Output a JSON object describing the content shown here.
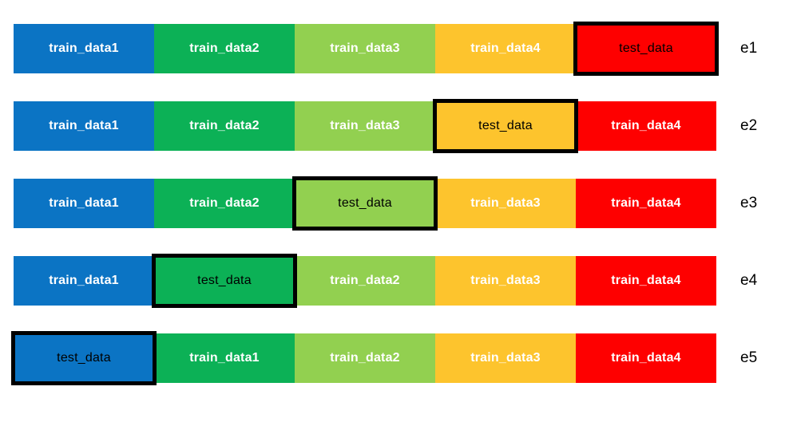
{
  "diagram": {
    "background": "#ffffff",
    "border_color": "#000000",
    "palette": {
      "fold1_blue": "#0B74C4",
      "fold2_green": "#0CB156",
      "fold3_light_green": "#92D050",
      "fold4_amber": "#FDC42D",
      "fold5_red": "#FE0000"
    }
  },
  "rows": [
    {
      "label": "e1",
      "segments": [
        {
          "label": "train_data1",
          "role": "train",
          "color": "#0B74C4"
        },
        {
          "label": "train_data2",
          "role": "train",
          "color": "#0CB156"
        },
        {
          "label": "train_data3",
          "role": "train",
          "color": "#92D050"
        },
        {
          "label": "train_data4",
          "role": "train",
          "color": "#FDC42D"
        },
        {
          "label": "test_data",
          "role": "test",
          "color": "#FE0000"
        }
      ]
    },
    {
      "label": "e2",
      "segments": [
        {
          "label": "train_data1",
          "role": "train",
          "color": "#0B74C4"
        },
        {
          "label": "train_data2",
          "role": "train",
          "color": "#0CB156"
        },
        {
          "label": "train_data3",
          "role": "train",
          "color": "#92D050"
        },
        {
          "label": "test_data",
          "role": "test",
          "color": "#FDC42D"
        },
        {
          "label": "train_data4",
          "role": "train",
          "color": "#FE0000"
        }
      ]
    },
    {
      "label": "e3",
      "segments": [
        {
          "label": "train_data1",
          "role": "train",
          "color": "#0B74C4"
        },
        {
          "label": "train_data2",
          "role": "train",
          "color": "#0CB156"
        },
        {
          "label": "test_data",
          "role": "test",
          "color": "#92D050"
        },
        {
          "label": "train_data3",
          "role": "train",
          "color": "#FDC42D"
        },
        {
          "label": "train_data4",
          "role": "train",
          "color": "#FE0000"
        }
      ]
    },
    {
      "label": "e4",
      "segments": [
        {
          "label": "train_data1",
          "role": "train",
          "color": "#0B74C4"
        },
        {
          "label": "test_data",
          "role": "test",
          "color": "#0CB156"
        },
        {
          "label": "train_data2",
          "role": "train",
          "color": "#92D050"
        },
        {
          "label": "train_data3",
          "role": "train",
          "color": "#FDC42D"
        },
        {
          "label": "train_data4",
          "role": "train",
          "color": "#FE0000"
        }
      ]
    },
    {
      "label": "e5",
      "segments": [
        {
          "label": "test_data",
          "role": "test",
          "color": "#0B74C4"
        },
        {
          "label": "train_data1",
          "role": "train",
          "color": "#0CB156"
        },
        {
          "label": "train_data2",
          "role": "train",
          "color": "#92D050"
        },
        {
          "label": "train_data3",
          "role": "train",
          "color": "#FDC42D"
        },
        {
          "label": "train_data4",
          "role": "train",
          "color": "#FE0000"
        }
      ]
    }
  ]
}
